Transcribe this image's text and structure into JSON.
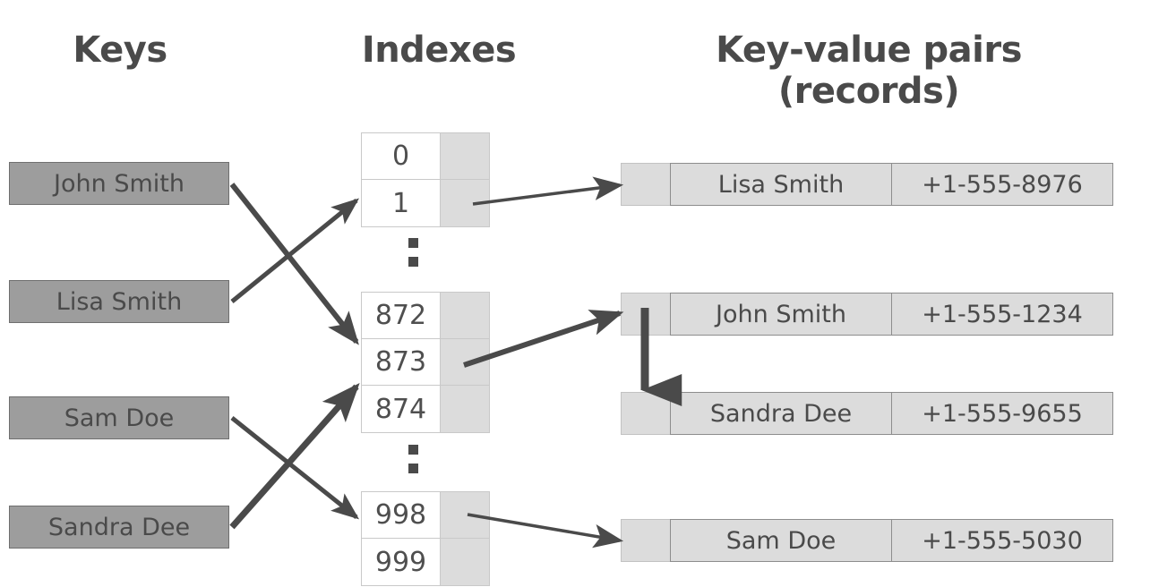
{
  "headings": {
    "keys": "Keys",
    "indexes": "Indexes",
    "records": "Key-value pairs\n(records)"
  },
  "keys": [
    {
      "label": "John Smith",
      "maps_to_index": "873"
    },
    {
      "label": "Lisa Smith",
      "maps_to_index": "1"
    },
    {
      "label": "Sam Doe",
      "maps_to_index": "998"
    },
    {
      "label": "Sandra Dee",
      "maps_to_index": "873"
    }
  ],
  "index_groups": [
    {
      "rows": [
        {
          "index": "0",
          "occupied": false
        },
        {
          "index": "1",
          "occupied": true
        }
      ]
    },
    {
      "rows": [
        {
          "index": "872",
          "occupied": false
        },
        {
          "index": "873",
          "occupied": true
        },
        {
          "index": "874",
          "occupied": false
        }
      ]
    },
    {
      "rows": [
        {
          "index": "998",
          "occupied": true
        },
        {
          "index": "999",
          "occupied": false
        }
      ]
    }
  ],
  "ellipsis": {
    "glyph": "vertical-ellipsis",
    "dot_count": 2
  },
  "records": [
    {
      "key": "Lisa Smith",
      "value": "+1-555-8976",
      "from_index": "1"
    },
    {
      "key": "John Smith",
      "value": "+1-555-1234",
      "from_index": "873"
    },
    {
      "key": "Sandra Dee",
      "value": "+1-555-9655",
      "from_index": "873",
      "chained_from": "John Smith"
    },
    {
      "key": "Sam Doe",
      "value": "+1-555-5030",
      "from_index": "998"
    }
  ],
  "colors": {
    "key_box_fill": "#9d9d9d",
    "key_box_border": "#6f6f6f",
    "index_slot_fill": "#dcdcdc",
    "index_border": "#c9c9c9",
    "record_fill": "#dcdcdc",
    "record_border": "#8d8d8d",
    "arrow": "#4a4a4a",
    "text": "#4a4a4a",
    "background": "#ffffff"
  }
}
